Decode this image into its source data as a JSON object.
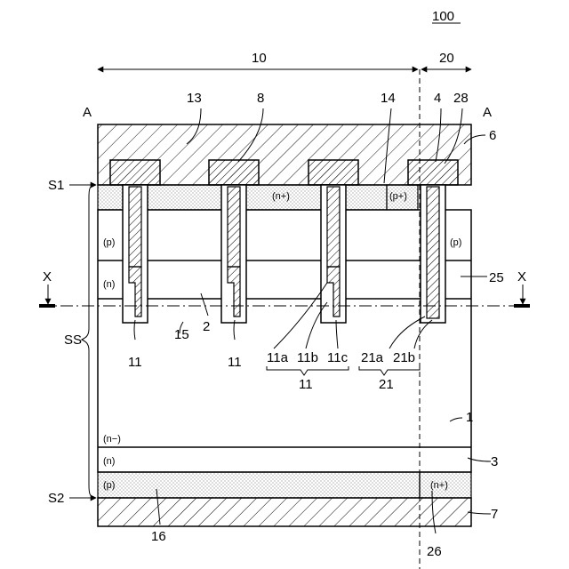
{
  "figure_number": "100",
  "region_labels": {
    "left": "10",
    "right": "20"
  },
  "section_labels": {
    "left": "A",
    "right": "A"
  },
  "cut_labels": {
    "left": "X",
    "right": "X"
  },
  "surface_labels": {
    "top": "S1",
    "bottom": "S2",
    "substrate": "SS"
  },
  "ref_labels": {
    "r13": "13",
    "r8": "8",
    "r14": "14",
    "r4": "4",
    "r28": "28",
    "r6": "6",
    "r25": "25",
    "r15": "15",
    "r2": "2",
    "r1": "1",
    "r3": "3",
    "r7": "7",
    "r16": "16",
    "r26": "26",
    "r11a": "11",
    "r11b": "11",
    "sub_11a": "11a",
    "sub_11b": "11b",
    "sub_11c": "11c",
    "sub_21a": "21a",
    "sub_21b": "21b",
    "group_11": "11",
    "group_21": "21"
  },
  "doping_labels": {
    "n_plus": "(n+)",
    "p_plus": "(p+)",
    "p_left": "(p)",
    "p_right": "(p)",
    "n_left": "(n)",
    "n_minus": "(n−)",
    "n_buffer": "(n)",
    "p_bottom": "(p)",
    "n_plus_bottom": "(n+)"
  }
}
